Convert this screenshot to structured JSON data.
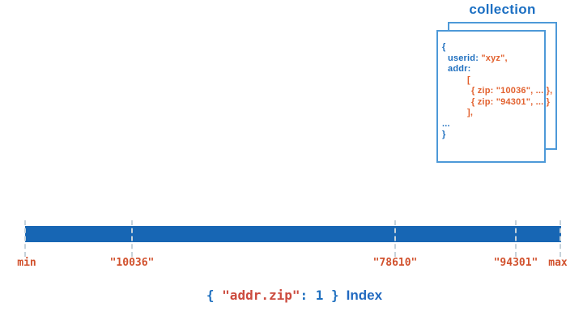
{
  "colors": {
    "title_blue": "#1d70c3",
    "text_blue": "#1e6fbf",
    "doc_orange": "#e2612e",
    "bar_blue": "#1766b4",
    "card_border_blue": "#4d99d8",
    "tick_dash": "#c6d2da",
    "tick_label_orange": "#d1512d",
    "caption_red": "#cc4b3e"
  },
  "collection_label": "collection",
  "document_card": {
    "lines": [
      {
        "segments": [
          {
            "text": "{",
            "color": "blue"
          }
        ]
      },
      {
        "segments": [
          {
            "text": "userid: ",
            "color": "blue"
          },
          {
            "text": "\"xyz\",",
            "color": "orange"
          }
        ]
      },
      {
        "segments": [
          {
            "text": "addr:",
            "color": "blue"
          }
        ]
      },
      {
        "segments": [
          {
            "text": "[",
            "color": "orange"
          }
        ]
      },
      {
        "segments": [
          {
            "text": "{ zip: \"10036\", ... },",
            "color": "orange"
          }
        ]
      },
      {
        "segments": [
          {
            "text": "{ zip: \"94301\", ... }",
            "color": "orange"
          }
        ]
      },
      {
        "segments": [
          {
            "text": "],",
            "color": "orange"
          }
        ]
      },
      {
        "segments": [
          {
            "text": "...",
            "color": "blue"
          }
        ]
      },
      {
        "segments": [
          {
            "text": "}",
            "color": "blue"
          }
        ]
      }
    ]
  },
  "index_bar": {
    "ticks": [
      {
        "label": "min"
      },
      {
        "label": "\"10036\""
      },
      {
        "label": "\"78610\""
      },
      {
        "label": "\"94301\""
      },
      {
        "label": "max"
      }
    ]
  },
  "caption": {
    "open": "{ ",
    "key": "\"addr.zip\"",
    "mid": ": 1 ",
    "close": "}",
    "label": "Index"
  }
}
